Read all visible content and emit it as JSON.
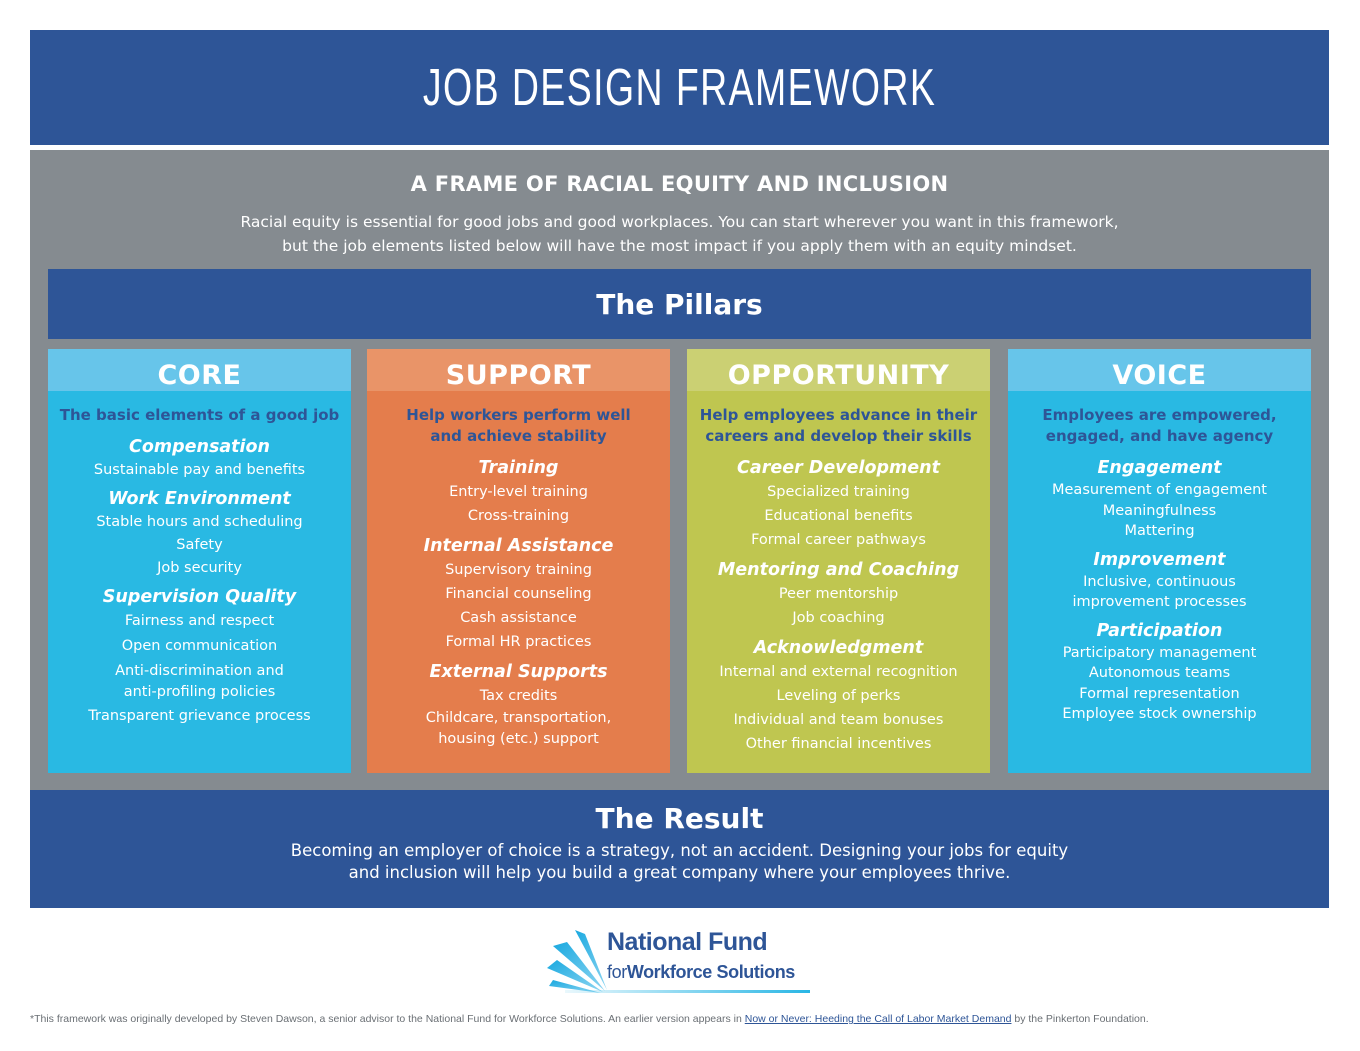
{
  "header": {
    "title": "JOB DESIGN FRAMEWORK"
  },
  "frame": {
    "heading": "A FRAME OF RACIAL EQUITY AND INCLUSION",
    "description_line1": "Racial equity is essential for good jobs and good workplaces. You can start wherever you want in this framework,",
    "description_line2": "but the job elements listed below will have the most impact if you apply them with an equity mindset."
  },
  "pillars": {
    "title": "The Pillars",
    "columns": [
      {
        "name": "CORE",
        "subtitle": [
          "The basic elements of a good job"
        ],
        "color": "#29b9e3",
        "header_color": "#67c5ea",
        "categories": [
          {
            "title": "Compensation",
            "items": [
              "Sustainable pay and benefits"
            ]
          },
          {
            "title": "Work Environment",
            "items": [
              "Stable hours and scheduling",
              "Safety",
              "Job security"
            ]
          },
          {
            "title": "Supervision Quality",
            "items": [
              "Fairness and respect",
              "Open communication",
              "Anti-discrimination and",
              "anti-profiling policies",
              "Transparent grievance process"
            ]
          }
        ]
      },
      {
        "name": "SUPPORT",
        "subtitle": [
          "Help workers perform well",
          "and achieve stability"
        ],
        "color": "#e47d4c",
        "header_color": "#e99468",
        "categories": [
          {
            "title": "Training",
            "items": [
              "Entry-level training",
              "Cross-training"
            ]
          },
          {
            "title": "Internal Assistance",
            "items": [
              "Supervisory training",
              "Financial counseling",
              "Cash assistance",
              "Formal HR practices"
            ]
          },
          {
            "title": "External Supports",
            "items": [
              "Tax credits",
              "Childcare, transportation,",
              "housing (etc.) support"
            ]
          }
        ]
      },
      {
        "name": "OPPORTUNITY",
        "subtitle": [
          "Help employees advance in their",
          "careers and develop their skills"
        ],
        "color": "#bfc650",
        "header_color": "#cbd073",
        "categories": [
          {
            "title": "Career Development",
            "items": [
              "Specialized training",
              "Educational benefits",
              "Formal career pathways"
            ]
          },
          {
            "title": "Mentoring and Coaching",
            "items": [
              "Peer mentorship",
              "Job coaching"
            ]
          },
          {
            "title": "Acknowledgment",
            "items": [
              "Internal and external recognition",
              "Leveling of perks",
              "Individual and team bonuses",
              "Other financial incentives"
            ]
          }
        ]
      },
      {
        "name": "VOICE",
        "subtitle": [
          "Employees are empowered,",
          "engaged, and have agency"
        ],
        "color": "#29b9e3",
        "header_color": "#67c5ea",
        "categories": [
          {
            "title": "Engagement",
            "items": [
              "Measurement of engagement",
              "Meaningfulness",
              "Mattering"
            ]
          },
          {
            "title": "Improvement",
            "items": [
              "Inclusive, continuous",
              "improvement processes"
            ]
          },
          {
            "title": "Participation",
            "items": [
              "Participatory management",
              "Autonomous teams",
              "Formal representation",
              "Employee stock ownership"
            ]
          }
        ]
      }
    ]
  },
  "result": {
    "title": "The Result",
    "description_line1": "Becoming an employer of choice is a strategy, not an accident. Designing your jobs for equity",
    "description_line2": "and inclusion will help you build a great company where your employees thrive."
  },
  "logo": {
    "line1": "National Fund",
    "line2_prefix": "for",
    "line2_main": "Workforce Solutions"
  },
  "footnote": {
    "before_link": "*This framework was originally developed by Steven Dawson, a senior advisor to the National Fund for Workforce Solutions. An earlier version appears in ",
    "link_text": "Now or Never: Heeding the Call of Labor Market Demand",
    "after_link": " by the Pinkerton Foundation."
  },
  "colors": {
    "primary_blue": "#2e5597",
    "frame_gray": "#858b90",
    "core_blue": "#29b9e3",
    "support_orange": "#e47d4c",
    "opportunity_green": "#bfc650",
    "voice_blue": "#29b9e3"
  }
}
